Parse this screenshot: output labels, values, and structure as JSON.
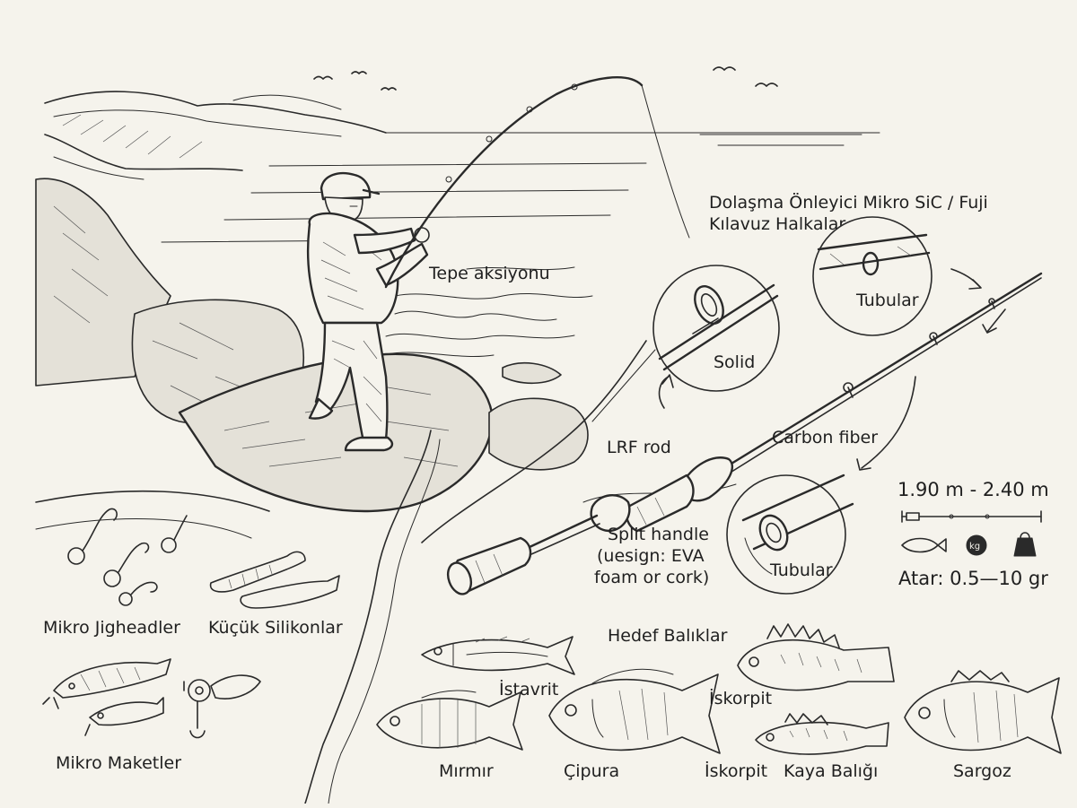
{
  "labels": {
    "tip_action": "Tepe aksiyonu",
    "guides_line1": "Dolaşma Önleyici Mikro SiC / Fuji",
    "guides_line2": "Kılavuz Halkalar",
    "tip_tubular": "Tubular",
    "tip_solid": "Solid",
    "lrf_rod": "LRF rod",
    "carbon_fiber": "Carbon fiber",
    "handle_line1": "Split handle",
    "handle_line2": "(uesign: EVA",
    "handle_line3": "foam or cork)",
    "blank_tubular": "Tubular",
    "length": "1.90 m - 2.40 m",
    "cast_weight": "Atar: 0.5—10 gr",
    "kg": "kg"
  },
  "lures": {
    "jigheads": "Mikro Jigheadler",
    "soft_baits": "Küçük Silikonlar",
    "hard_baits": "Mikro Maketler"
  },
  "fish": {
    "title": "Hedef Balıklar",
    "istavrit": "İstavrit",
    "mirmir": "Mırmır",
    "cipura": "Çipura",
    "iskorpit_top": "İskorpit",
    "iskorpit_bottom": "İskorpit",
    "kaya_baligi": "Kaya Balığı",
    "sargoz": "Sargoz"
  }
}
